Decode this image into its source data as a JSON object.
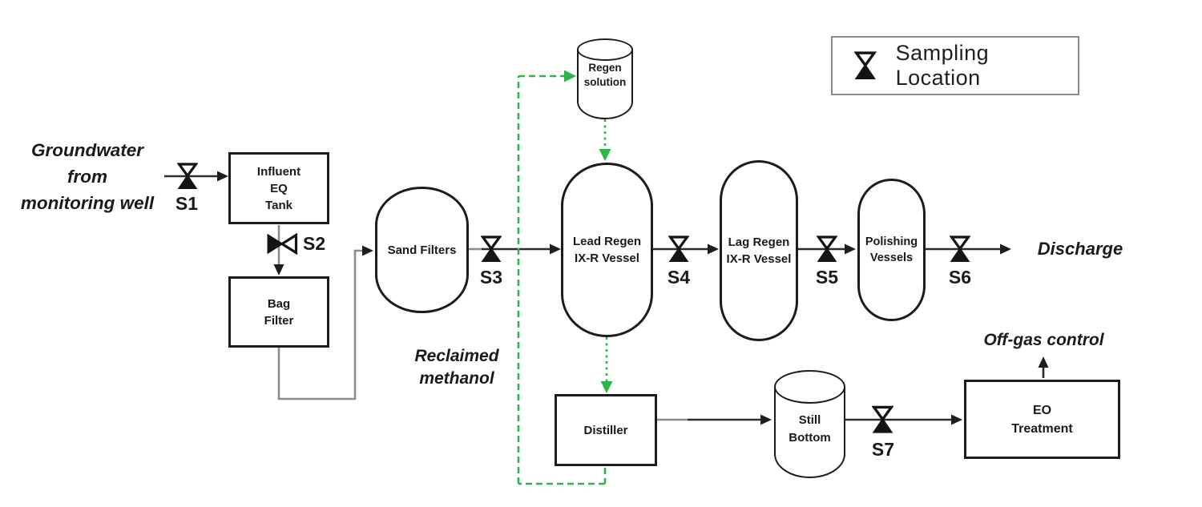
{
  "legend": {
    "label": "Sampling Location"
  },
  "annotations": {
    "source": "Groundwater\nfrom\nmonitoring well",
    "reclaimed": "Reclaimed\nmethanol",
    "discharge": "Discharge",
    "offgas": "Off-gas control"
  },
  "equipment": {
    "influent_tank": "Influent\nEQ\nTank",
    "bag_filter": "Bag\nFilter",
    "sand_filters": "Sand Filters",
    "lead_vessel": "Lead Regen\nIX-R Vessel",
    "lag_vessel": "Lag Regen\nIX-R Vessel",
    "polishing_vessels": "Polishing\nVessels",
    "regen_solution": "Regen\nsolution",
    "distiller": "Distiller",
    "still_bottom": "Still\nBottom",
    "eo_treatment": "EO\nTreatment"
  },
  "sampling_points": {
    "s1": "S1",
    "s2": "S2",
    "s3": "S3",
    "s4": "S4",
    "s5": "S5",
    "s6": "S6",
    "s7": "S7"
  },
  "colors": {
    "flow_line": "#2b2b2b",
    "routing_line": "#8c8c8c",
    "recycle_green": "#2db54b",
    "border_black": "#1c1c1c",
    "legend_border": "#8a8a8a"
  }
}
